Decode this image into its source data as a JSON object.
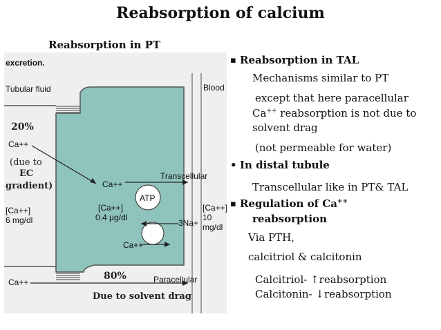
{
  "slide": {
    "title": "Reabsorption of calcium",
    "subtitle": "Reabsorption in PT"
  },
  "figure": {
    "excretion": "excretion.",
    "tubular_fluid": "Tubular fluid",
    "blood": "Blood",
    "ca_lumen_top": "Ca++",
    "ca_lumen_bottom": "Ca++",
    "ca_cell_1": "Ca++",
    "ca_cell_2": "Ca++",
    "transcellular": "Transcellular",
    "paracellular": "Paracellular",
    "atp": "ATP",
    "na": "3Na+",
    "ca_conc_lumen_1": "[Ca++]",
    "ca_conc_lumen_2": "6 mg/dl",
    "ca_conc_cell_1": "[Ca++]",
    "ca_conc_cell_2": "0.4 µg/dl",
    "ca_conc_blood_1": "[Ca++]",
    "ca_conc_blood_2": "10 mg/dl",
    "pct20": "20%",
    "due_to_ec_1": "(due to",
    "due_to_ec_2": "EC",
    "due_to_ec_3": "gradient)",
    "pct80": "80%",
    "due_solvent": "Due to solvent drag"
  },
  "right": {
    "h1": "Reabsorption in TAL",
    "l1": "Mechanisms similar to PT",
    "l2": "except that here paracellular",
    "l3a": "Ca",
    "l3b": "++",
    "l3c": " reabsorption is not due to",
    "l4": "solvent drag",
    "l5": "(not permeable for water)",
    "h2": "In distal tubule",
    "l6": "Transcellular like in PT& TAL",
    "h3a": "Regulation of Ca",
    "h3b": "++",
    "h3c": "reabsorption",
    "l7": "Via PTH,",
    "l8": "calcitriol & calcitonin",
    "l9": "Calcitriol- ↑reabsorption",
    "l10": "Calcitonin- ↓reabsorption"
  }
}
